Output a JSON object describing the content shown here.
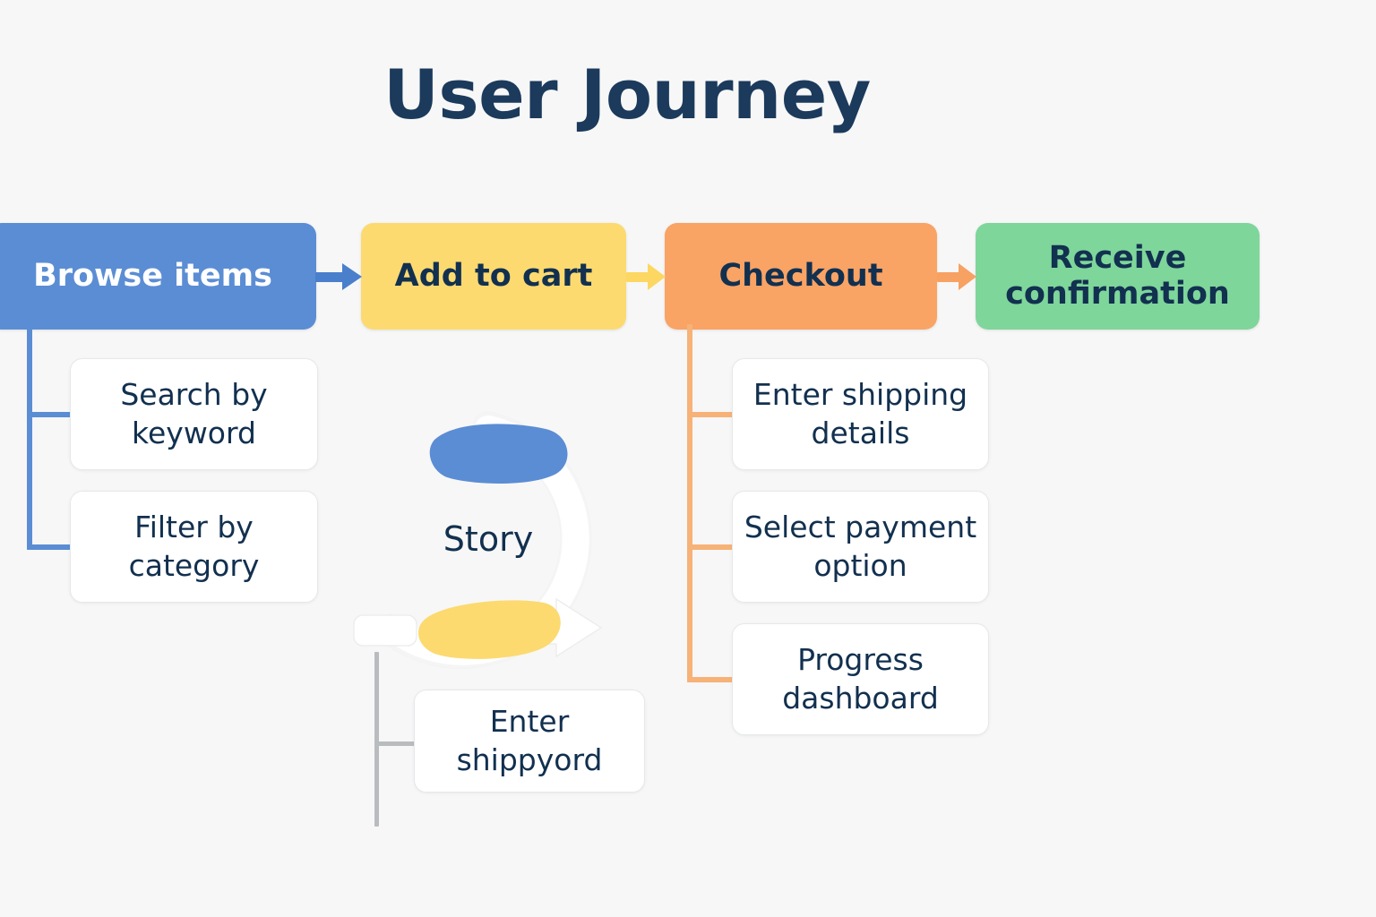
{
  "page": {
    "title": "User Journey",
    "background_color": "#f7f7f7",
    "text_color": "#12304f"
  },
  "stages": [
    {
      "id": "browse",
      "label": "Browse items",
      "fill": "#5b8dd4",
      "text_color": "#ffffff"
    },
    {
      "id": "cart",
      "label": "Add to cart",
      "fill": "#fcda70",
      "text_color": "#12304f"
    },
    {
      "id": "checkout",
      "label": "Checkout",
      "fill": "#f9a365",
      "text_color": "#12304f"
    },
    {
      "id": "confirm",
      "label": "Receive confirmation",
      "fill": "#7ed69a",
      "text_color": "#12304f"
    }
  ],
  "arrows": [
    {
      "id": "browse-to-cart",
      "color": "#4a7fcc"
    },
    {
      "id": "cart-to-checkout",
      "color": "#fcd761"
    },
    {
      "id": "checkout-to-confirm",
      "color": "#f7a163"
    }
  ],
  "branches": {
    "browse": {
      "connector_color": "#5b8dd4",
      "items": [
        {
          "id": "search-keyword",
          "label": "Search by keyword"
        },
        {
          "id": "filter-category",
          "label": "Filter by category"
        }
      ]
    },
    "checkout": {
      "connector_color": "#f7b277",
      "items": [
        {
          "id": "enter-shipping-details",
          "label": "Enter shipping details"
        },
        {
          "id": "select-payment-option",
          "label": "Select payment option"
        },
        {
          "id": "progress-dashboard",
          "label": "Progress dashboard"
        }
      ]
    },
    "story": {
      "connector_color": "#b9bcbe",
      "items": [
        {
          "id": "enter-shippyord",
          "label": "Enter shippyord"
        }
      ]
    }
  },
  "story_cycle": {
    "label": "Story",
    "ring_color": "#ffffff",
    "segment_top_color": "#5b8dd4",
    "segment_bottom_color": "#fcda70",
    "icon_name": "cycle-arrows-icon"
  }
}
